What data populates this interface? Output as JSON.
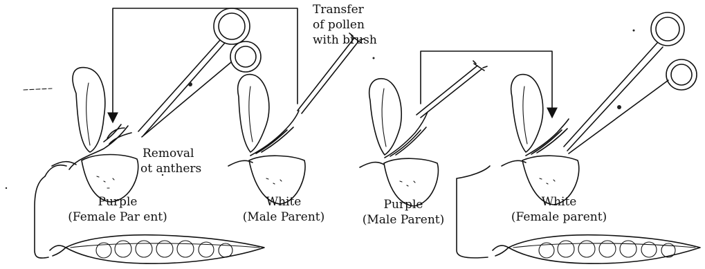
{
  "labels": {
    "transfer_line1": "Transfer",
    "transfer_line2": "of pollen",
    "transfer_line3": "with brush",
    "removal_line1": "Removal",
    "removal_line2": "ot anthers",
    "purple_female_color": "Purple",
    "purple_female_role": "(Female Par ent)",
    "white_male_color": "White",
    "white_male_role": "(Male Parent)",
    "purple_male_color": "Purple",
    "purple_male_role": "(Male Parent)",
    "white_female_color": "White",
    "white_female_role": "(Female parent)"
  }
}
